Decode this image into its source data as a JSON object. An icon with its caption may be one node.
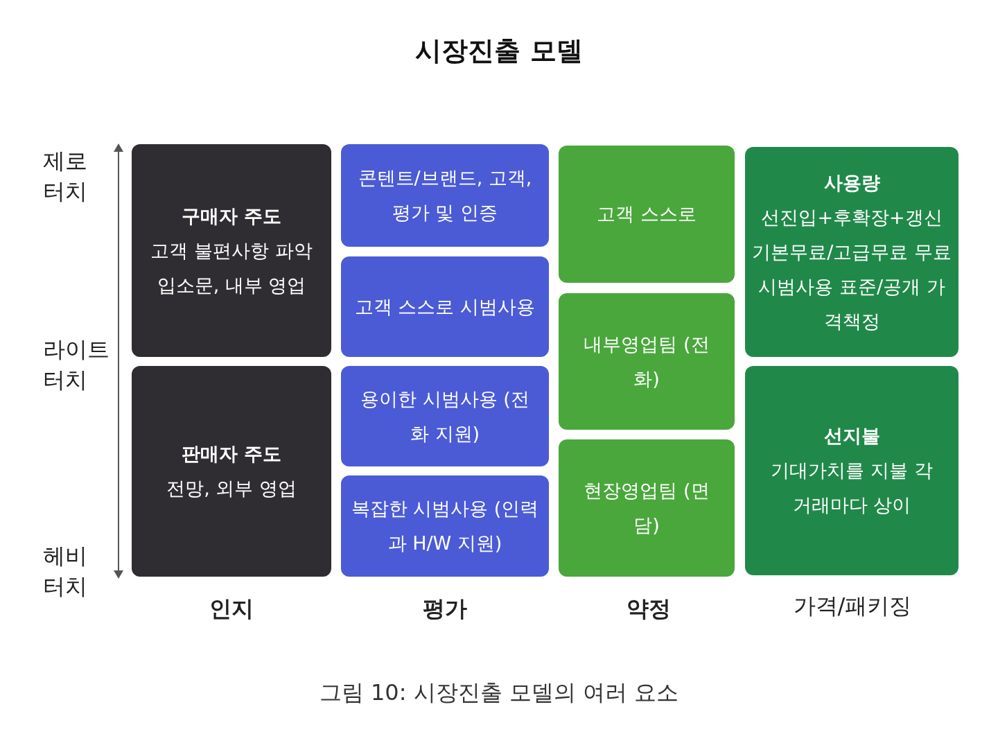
{
  "diagram": {
    "title": "시장진출 모델",
    "caption": "그림 10: 시장진출 모델의 여러 요소",
    "nodes": [
      {
        "text": [
          "구매자 주도",
          "고객 불편사항 파악 입소문, 내부 영업"
        ]
      },
      {
        "text": [
          "판매자 주도",
          "전망, 외부 영업"
        ]
      },
      {
        "text": [
          "콘텐트/브랜드, 고객, 평가 및 인증"
        ]
      },
      {
        "text": [
          "고객 스스로 시범사용"
        ]
      },
      {
        "text": [
          "용이한 시범사용 (전화 지원)"
        ]
      },
      {
        "text": [
          "복잡한 시범사용 (인력과 H/W 지원)"
        ]
      },
      {
        "text": [
          "고객 스스로"
        ]
      },
      {
        "text": [
          "내부영업팀 (전화)"
        ]
      },
      {
        "text": [
          "현장영업팀 (면담)"
        ]
      },
      {
        "text": [
          "사용량",
          "선진입+후확장+갱신 기본무료/고급무료 무료시범사용 표준/공개 가격책정"
        ]
      },
      {
        "text": [
          "선지불",
          "기대가치를 지불 각 거래마다 상이"
        ]
      }
    ],
    "edges": [],
    "labels": [
      "제로 터치",
      "라이트 터치",
      "헤비 터치",
      "인지",
      "평가",
      "약정",
      "가격/패키징"
    ]
  }
}
